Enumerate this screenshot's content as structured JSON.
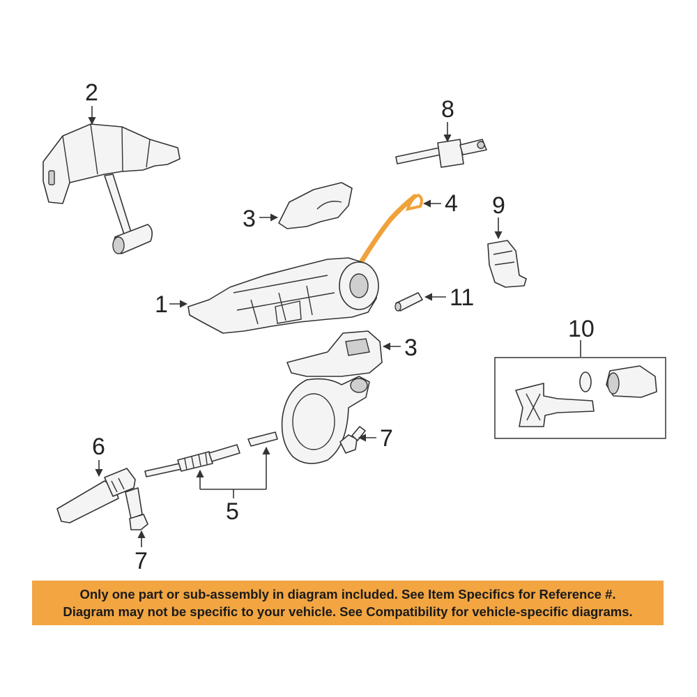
{
  "callouts": {
    "c1": "1",
    "c2": "2",
    "c3_upper": "3",
    "c3_lower": "3",
    "c4": "4",
    "c5": "5",
    "c6": "6",
    "c7_right": "7",
    "c7_bottom": "7",
    "c8": "8",
    "c9": "9",
    "c10": "10",
    "c11": "11"
  },
  "highlight_color": "#f0a23a",
  "notice": {
    "background": "#f2a541",
    "line1": "Only one part or sub-assembly in diagram included. See Item Specifics for Reference #.",
    "line2": "Diagram may not be specific to your vehicle. See Compatibility for vehicle-specific diagrams."
  }
}
